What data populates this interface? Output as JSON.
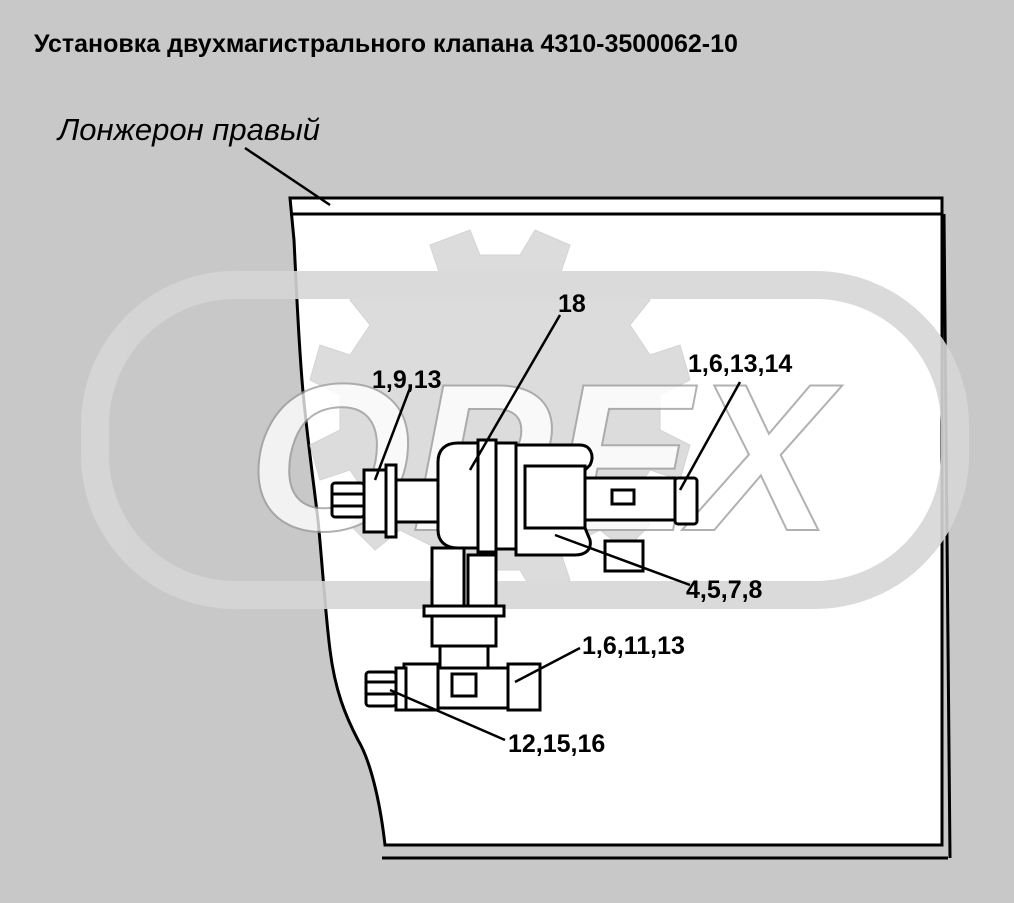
{
  "title": "Установка двухмагистрального клапана 4310-3500062-10",
  "frame_label": "Лонжерон правый",
  "watermark": "OPEX",
  "callouts": {
    "c18": "18",
    "c1913": "1,9,13",
    "c161314": "1,6,13,14",
    "c4578": "4,5,7,8",
    "c161113": "1,6,11,13",
    "c121516": "12,15,16"
  },
  "colors": {
    "background": "#c8c8c8",
    "panel": "#ffffff",
    "line": "#000000",
    "watermark": "#dcdcdc"
  }
}
